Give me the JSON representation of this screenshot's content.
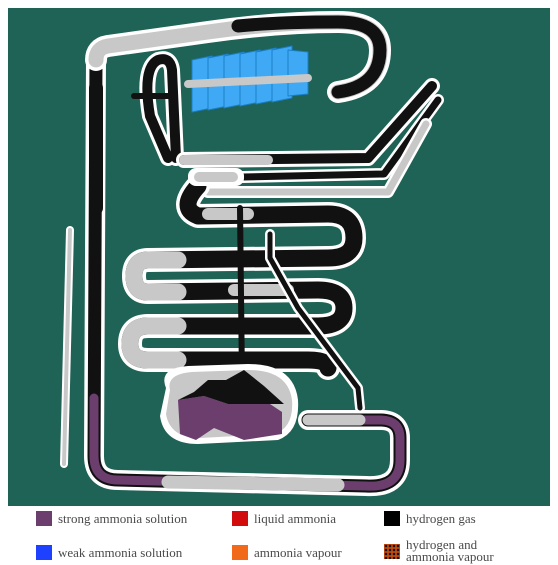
{
  "colors": {
    "background": "#1e6356",
    "pipe_outline": "#ffffff",
    "pipe_light": "#c8c8c8",
    "pipe_dark": "#111111",
    "strong_ammonia_solution": "#6b3e6e",
    "weak_ammonia_solution": "#1e40ff",
    "liquid_ammonia": "#d20c0c",
    "ammonia_vapour": "#f06a1a",
    "hydrogen_gas": "#000000",
    "hydrogen_and_ammonia_vapour": "#c04a10",
    "condenser_fins": "#3fa9f5"
  },
  "legend": [
    {
      "name": "legend-strong-ammonia-solution",
      "label": "strong ammonia solution",
      "color": "#6b3e6e"
    },
    {
      "name": "legend-liquid-ammonia",
      "label": "liquid ammonia",
      "color": "#d20c0c"
    },
    {
      "name": "legend-hydrogen-gas",
      "label": "hydrogen gas",
      "color": "#000000"
    },
    {
      "name": "legend-weak-ammonia-solution",
      "label": "weak ammonia solution",
      "color": "#1e40ff"
    },
    {
      "name": "legend-ammonia-vapour",
      "label": "ammonia vapour",
      "color": "#f06a1a"
    },
    {
      "name": "legend-hydrogen-and-ammonia-vapour",
      "label": "hydrogen and ammonia vapour",
      "line1": "hydrogen and",
      "line2": "ammonia vapour",
      "color": "#c04a10"
    }
  ]
}
